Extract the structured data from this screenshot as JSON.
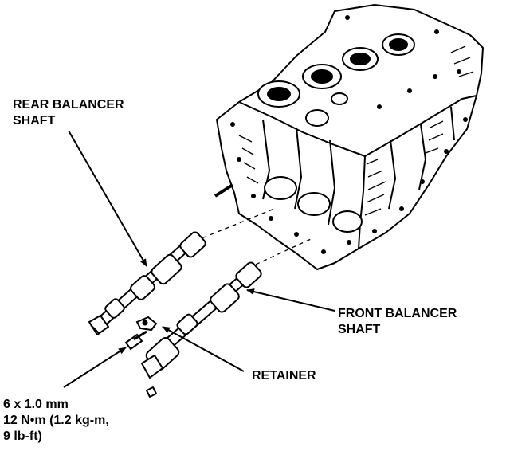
{
  "labels": {
    "rear": [
      "REAR BALANCER",
      "SHAFT"
    ],
    "front": [
      "FRONT BALANCER",
      "SHAFT"
    ],
    "retainer": "RETAINER",
    "spec": [
      "6 x 1.0 mm",
      "12 N•m (1.2 kg-m,",
      "9 lb-ft)"
    ]
  },
  "colors": {
    "ink": "#000000",
    "paper": "#ffffff"
  }
}
